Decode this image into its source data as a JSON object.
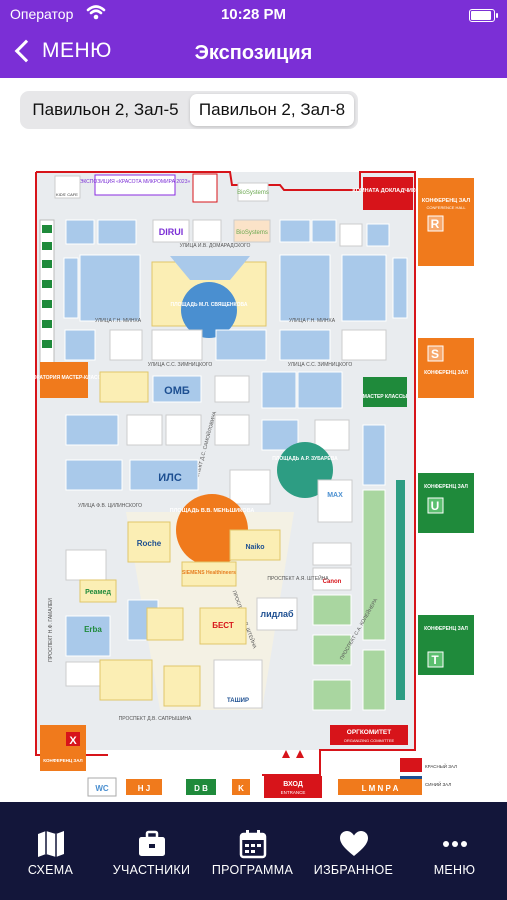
{
  "status": {
    "carrier": "Оператор",
    "time": "10:28 PM"
  },
  "nav": {
    "back_label": "МЕНЮ",
    "title": "Экспозиция"
  },
  "segments": {
    "options": [
      "Павильон 2, Зал-5",
      "Павильон 2, Зал-8"
    ],
    "selected": "Павильон 2, Зал-8"
  },
  "map": {
    "expo_banner": "ЭКСПОЗИЦИЯ «КРАСОТА МИКРОМИРА 2023»",
    "kids_cafe": "KIDS' CAFE",
    "dirui": "DIRUI",
    "biosystems": "BioSystems",
    "reporters_room": "КОМНАТА ДОКЛАДЧИКОВ",
    "conf_r": "КОНФЕРЕНЦ ЗАЛ",
    "conf_r_letter": "R",
    "conf_s": "КОНФЕРЕНЦ ЗАЛ",
    "conf_s_letter": "S",
    "conf_u": "КОНФЕРЕНЦ ЗАЛ",
    "conf_u_letter": "U",
    "conf_t": "КОНФЕРЕНЦ ЗАЛ",
    "conf_t_letter": "T",
    "conf_x": "КОНФЕРЕНЦ ЗАЛ",
    "conf_x_letter": "X",
    "conf_hall_en": "CONFERENCE HALL",
    "street_domaradsky": "УЛИЦА И.В. ДОМАРАДСКОГО",
    "square_sviridenko": "ПЛОЩАДЬ М.Л. СВЯЩЕНКОВА",
    "street_minkh1": "УЛИЦА Г.Н. МИНХА",
    "street_minkh2": "УЛИЦА Г.Н. МИНХА",
    "prospect_gamaleya": "ПРОСПЕКТ Н.Ф. ГАМАЛЕИ",
    "lab_masterclass": "ЛАБОРАТОРИЯ МАСТЕР-КЛАССЫ",
    "street_zimnitsky1": "УЛИЦА С.С. ЗИМНИЦКОГО",
    "street_zimnitsky2": "УЛИЦА С.С. ЗИМНИЦКОГО",
    "omb": "ОМБ",
    "masterclass": "МАСТЕР КЛАССЫ",
    "prospect_samoylovich": "ПРОСПЕКТ Д.С. САМОЙЛОВИЧА",
    "square_zubareva": "ПЛОЩАДЬ А.Р. ЗУБАРЕВА",
    "ils": "ИЛС",
    "street_tsilinsky": "УЛИЦА Ф.В. ЦИЛИНСКОГО",
    "square_menshikov": "ПЛОЩАДЬ В.В. МЕНЬШИКОВА",
    "roche": "Roche",
    "siemens": "SIEMENS Healthineers",
    "naiko": "Naiko",
    "max": "MAX",
    "canon": "Canon",
    "prospect_shteyn": "ПРОСПЕКТ А.Я. ШТЕЙНА",
    "prospect_shteyn2": "ПРОСПЕКТ А.Я. ШТЕЙНА",
    "lidlab": "лидлаб",
    "reamed": "Реамед",
    "erba": "Erba",
    "best": "БЕСТ",
    "tasher": "ТАШИР",
    "prospect_sapryshina": "ПРОСПЕКТ Д.В. САПРЫШИНА",
    "prospect_koleynera": "ПРОСПЕКТ С.А. КОЛЕЙНЕРА",
    "orgcommittee": "ОРГКОМИТЕТ",
    "orgcommittee_en": "ORGANIZING COMMITTEE",
    "entrance": "ВХОД",
    "entrance_en": "ENTRANCE",
    "legend_red": "КРАСНЫЙ ЗАЛ",
    "legend_blue": "СИНИЙ ЗАЛ",
    "wc": "WC",
    "zones_1": "H J",
    "zones_2": "D B",
    "zones_3": "K",
    "zones_4": "L M N P A"
  },
  "tabs": [
    {
      "label": "СХЕМА",
      "icon": "map-icon"
    },
    {
      "label": "УЧАСТНИКИ",
      "icon": "briefcase-icon"
    },
    {
      "label": "ПРОГРАММА",
      "icon": "calendar-icon"
    },
    {
      "label": "ИЗБРАННОЕ",
      "icon": "heart-icon"
    },
    {
      "label": "МЕНЮ",
      "icon": "more-icon"
    }
  ],
  "colors": {
    "accent": "#7b2fd6",
    "tabbar": "#13163a",
    "booth_blue": "#a9c9ea",
    "booth_yellow": "#fbeeb4",
    "green_hall": "#1f8a3b",
    "orange_hall": "#f07a1c",
    "red_border": "#d7141a"
  }
}
